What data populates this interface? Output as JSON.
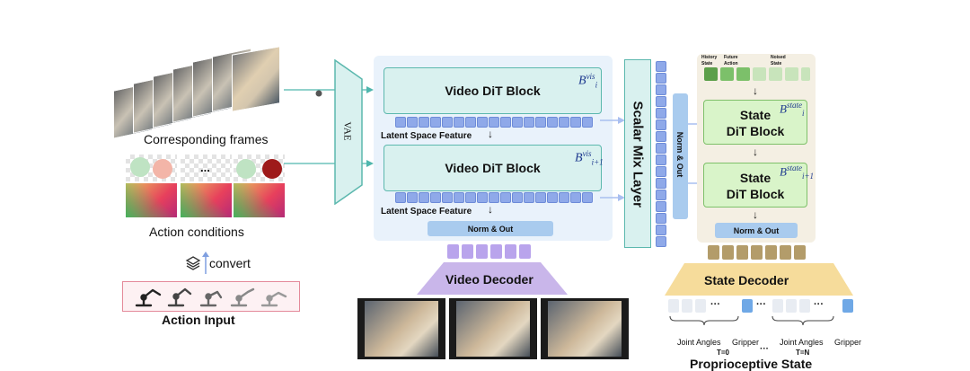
{
  "labels": {
    "corresponding_frames": "Corresponding frames",
    "action_conditions": "Action conditions",
    "convert": "convert",
    "action_input": "Action Input",
    "vae": "VAE",
    "video_dit_block": "Video DiT Block",
    "latent_space_feature": "Latent Space Feature",
    "norm_out": "Norm & Out",
    "scalar_mix_layer": "Scalar Mix Layer",
    "video_decoder": "Video Decoder",
    "state_dit_line1": "State",
    "state_dit_line2": "DiT Block",
    "state_decoder": "State Decoder",
    "history_state": "History State",
    "future_action": "Future Action",
    "noised_state": "Noised State",
    "joint_angles": "Joint Angles",
    "gripper": "Gripper",
    "t0": "T=0",
    "tn": "T=N",
    "ellipsis": "···",
    "ellipsis_dots": "...",
    "bottom_partial": "Proprioceptive State"
  },
  "symbols": {
    "vis_block_i": {
      "base": "B",
      "sup": "vis",
      "sub": "i"
    },
    "vis_block_i1": {
      "base": "B",
      "sup": "vis",
      "sub": "i+1"
    },
    "state_block_i": {
      "base": "B",
      "sup": "state",
      "sub": "i"
    },
    "state_block_i1": {
      "base": "B",
      "sup": "state",
      "sub": "i+1"
    }
  },
  "colors": {
    "dit_fill": "#d9f1ef",
    "dit_border": "#5cb8ae",
    "token_blue": "#8fa9e9",
    "state_dit_fill": "#d9f4c9",
    "video_decoder": "#c9b6ea",
    "state_decoder": "#f6dc9b",
    "state_tokens": "#b39c6a",
    "history_state": "#5c9f4a",
    "future_action": "#7cc06a",
    "action_border": "#e48a9a"
  },
  "icons": [
    "layers-icon",
    "robot-arm-icon",
    "add-icon",
    "arrow-icon"
  ]
}
